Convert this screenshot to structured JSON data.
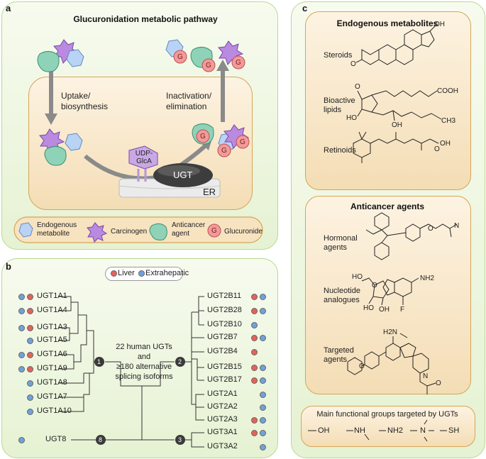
{
  "panel_a": {
    "label": "a",
    "title": "Glucuronidation metabolic pathway",
    "uptake": [
      "Uptake/",
      "biosynthesis"
    ],
    "inactivation": [
      "Inactivation/",
      "elimination"
    ],
    "udp": [
      "UDP-",
      "GlcA"
    ],
    "ugt": "UGT",
    "er": "ER",
    "glucuronide_letter": "G",
    "legend": {
      "endogenous": [
        "Endogenous",
        "metabolite"
      ],
      "carcinogen": "Carcinogen",
      "anticancer": [
        "Anticancer",
        "agent"
      ],
      "glucuronide": "Glucuronide"
    }
  },
  "panel_b": {
    "label": "b",
    "legend_liver": "Liver",
    "legend_extra": "Extrahepatic",
    "center_text": [
      "22 human UGTs",
      "and",
      "≥180 alternative",
      "splicing isoforms"
    ],
    "node1": "1",
    "node2": "2",
    "node3": "3",
    "node8": "8",
    "left_genes": [
      "UGT1A1",
      "UGT1A4",
      "UGT1A3",
      "UGT1A5",
      "UGT1A6",
      "UGT1A9",
      "UGT1A8",
      "UGT1A7",
      "UGT1A10",
      "UGT8"
    ],
    "right_genes": [
      "UGT2B11",
      "UGT2B28",
      "UGT2B10",
      "UGT2B7",
      "UGT2B4",
      "UGT2B15",
      "UGT2B17",
      "UGT2A1",
      "UGT2A2",
      "UGT2A3",
      "UGT3A1",
      "UGT3A2"
    ]
  },
  "panel_c": {
    "label": "c",
    "endogenous_title": "Endogenous metabolites",
    "steroids": "Steroids",
    "bioactive": [
      "Bioactive",
      "lipids"
    ],
    "retinoids": "Retinoids",
    "anticancer_title": "Anticancer agents",
    "hormonal": [
      "Hormonal",
      "agents"
    ],
    "nucleotide": [
      "Nucleotide",
      "analogues"
    ],
    "targeted": [
      "Targeted",
      "agents"
    ],
    "groups_title": "Main functional groups targeted by UGTs",
    "groups": [
      "OH",
      "NH",
      "NH2",
      "N",
      "SH"
    ],
    "chem": {
      "oh": "OH",
      "o": "O",
      "cooh": "COOH",
      "ho": "HO",
      "ch3": "CH3",
      "n": "N",
      "nh2": "NH2",
      "h2n": "H2N",
      "f": "F"
    }
  }
}
